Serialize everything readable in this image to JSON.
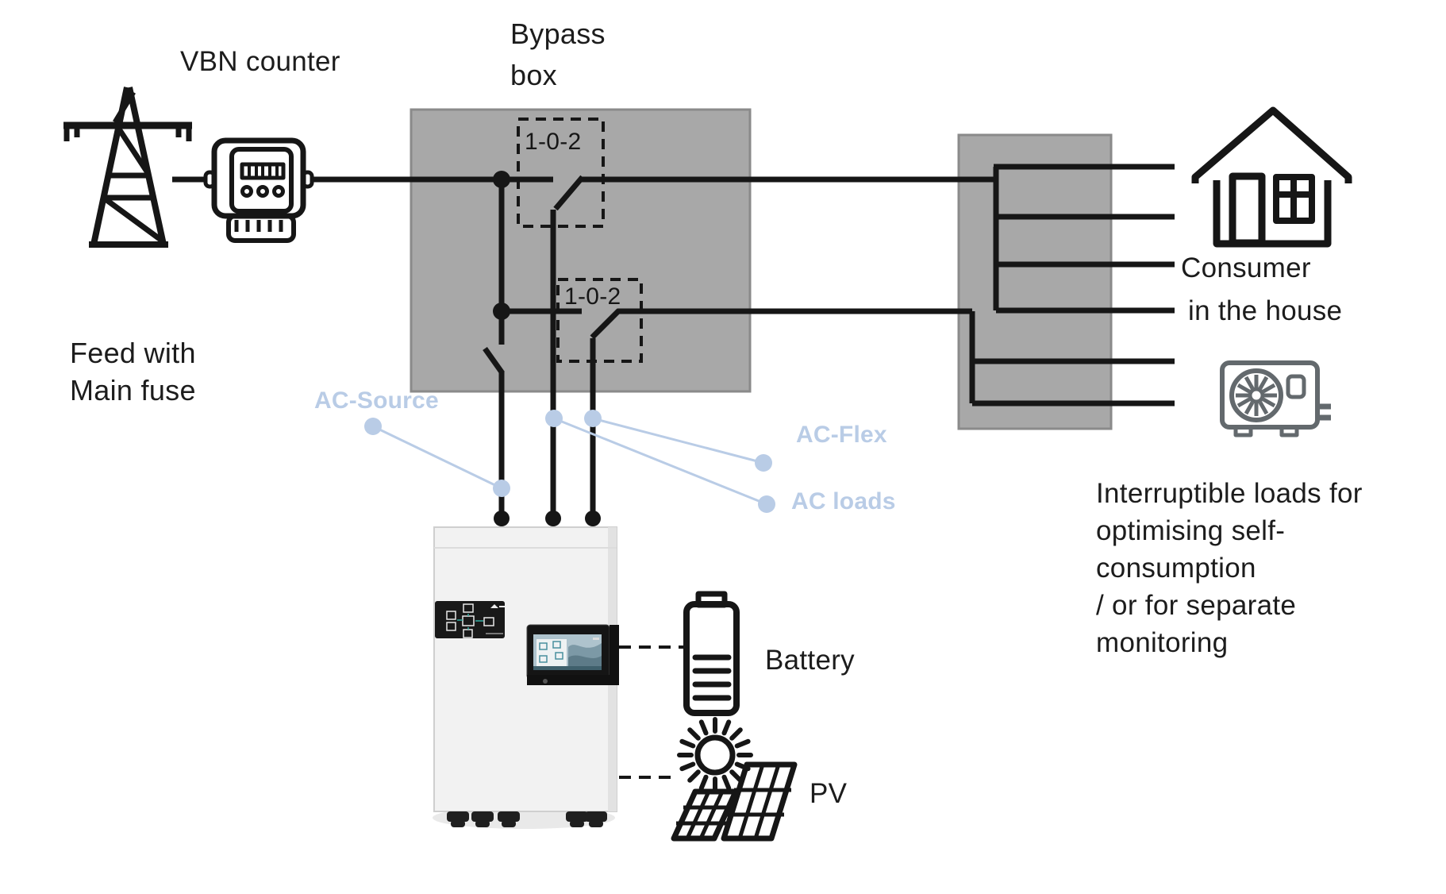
{
  "title": "Hybrid inverter installation wiring diagram",
  "labels": {
    "vbn_counter": "VBN counter",
    "bypass_box": [
      "Bypass",
      "box"
    ],
    "feed": [
      "Feed with",
      "Main fuse"
    ],
    "switch_top": "1-0-2",
    "switch_bottom": "1-0-2",
    "consumer": [
      "Consumer",
      "in the house"
    ],
    "interruptible": [
      "Interruptible loads for",
      "optimising self-",
      "consumption",
      "/ or for separate",
      "monitoring"
    ],
    "battery": "Battery",
    "pv": "PV",
    "ac_source": "AC-Source",
    "ac_flex": "AC-Flex",
    "ac_loads": "AC loads"
  },
  "colors": {
    "callout_blue": "#b9cce6",
    "box_gray": "#a8a8a8",
    "wire_black": "#161616",
    "icon_gray": "#63696d"
  },
  "icons": [
    "transmission-tower-icon",
    "electricity-meter-icon",
    "house-icon",
    "air-conditioner-icon",
    "battery-icon",
    "solar-pv-icon",
    "inverter-illustration"
  ]
}
